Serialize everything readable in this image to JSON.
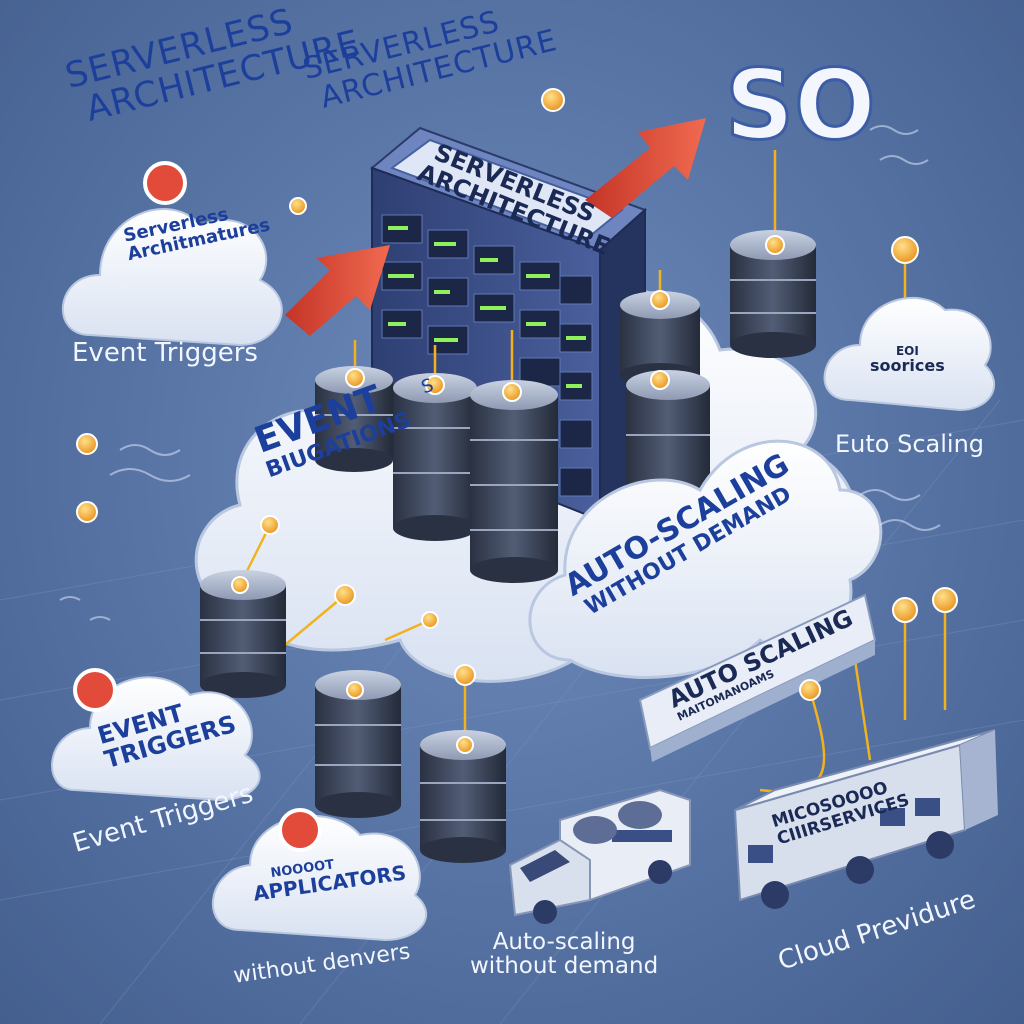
{
  "top_left_heading": [
    "SERVERLESS",
    "ARCHITECTURE"
  ],
  "top_mid_heading": [
    "SERVERLESS",
    "ARCHITECTURE"
  ],
  "server_label": [
    "SERVERLESS",
    "ARCHITECTURE"
  ],
  "logo_text": "SO",
  "cloud_top_left": [
    "Serverless",
    "Architmatures"
  ],
  "caption_top_left": "Event Triggers",
  "cloud_right": [
    "EOI",
    "soorices"
  ],
  "caption_right": "Euto Scaling",
  "cloud_big_left": [
    "EVENT",
    "BIUGATIONS",
    "S"
  ],
  "cloud_big_right": [
    "AUTO-SCALING",
    "WITHOUT DEMAND"
  ],
  "cloud_bottom_left": [
    "EVENT",
    "TRIGGERS"
  ],
  "caption_bottom_left": "Event Triggers",
  "cloud_bottom_mid": [
    "NOOOOT",
    "APPLICATORS"
  ],
  "caption_bottom_mid": "without denvers",
  "panel_auto_scaling": [
    "AUTO SCALING",
    "MAITOMANOAMS"
  ],
  "bus_label": [
    "MICOSOOOO",
    "CIIIRSERVICES"
  ],
  "caption_bottom_center": [
    "Auto-scaling",
    "without demand"
  ],
  "caption_bottom_right": "Cloud Previdure",
  "colors": {
    "background": "#5a77a8",
    "accent_orange": "#f2a533",
    "arrow_red": "#e24a3a",
    "cloud": "#f4f7fc",
    "server": "#3a4f86",
    "text_blue": "#1d3f9c"
  }
}
